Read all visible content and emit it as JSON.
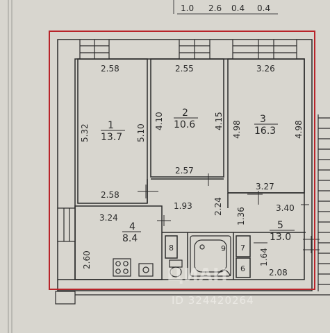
{
  "top_dims": [
    "1.0",
    "2.6",
    "0.4",
    "0.4"
  ],
  "rooms": [
    {
      "num": "1",
      "area": "13.7",
      "dims": {
        "top": "2.58",
        "left": "5.32",
        "right": "5.10",
        "bottom": "2.58"
      }
    },
    {
      "num": "2",
      "area": "10.6",
      "dims": {
        "top": "2.55",
        "left": "4.10",
        "right": "4.15",
        "bottom": "2.57"
      }
    },
    {
      "num": "3",
      "area": "16.3",
      "dims": {
        "top": "3.26",
        "left": "4.98",
        "right": "4.98",
        "bottom": "3.27"
      }
    },
    {
      "num": "4",
      "area": "8.4",
      "dims": {
        "top": "3.24",
        "left": "2.60"
      }
    },
    {
      "num": "5",
      "area": "13.0",
      "dims": {
        "top": "3.40",
        "bottom": "2.08",
        "left": "1.36",
        "right": "1.64"
      }
    }
  ],
  "hall_dims": {
    "width": "1.93",
    "height": "2.24"
  },
  "small_rooms": [
    "8",
    "9",
    "7",
    "6"
  ],
  "watermark": {
    "logo": "ЦИАН",
    "id": "ID 324420264"
  },
  "colors": {
    "border": "#b8242a",
    "wall": "#2b2b2b",
    "background": "#d8d6cf"
  }
}
